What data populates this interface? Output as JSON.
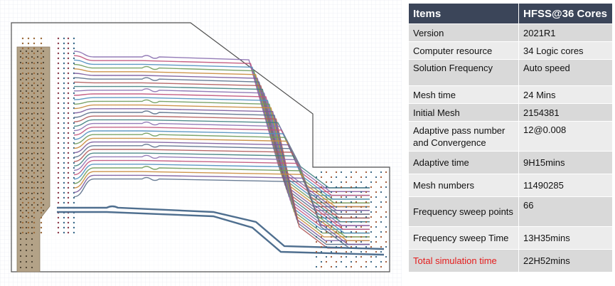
{
  "table": {
    "headers": [
      "Items",
      "HFSS@36 Cores"
    ],
    "rows": [
      {
        "item": "Version",
        "value": "2021R1"
      },
      {
        "item": "Computer resource",
        "value": "34 Logic cores"
      },
      {
        "item": "Solution Frequency",
        "value": "Auto speed"
      },
      {
        "item": "Mesh time",
        "value": "24 Mins"
      },
      {
        "item": "Initial Mesh",
        "value": "2154381"
      },
      {
        "item": "Adaptive pass number and Convergence",
        "value": "12@0.008"
      },
      {
        "item": "Adaptive time",
        "value": "9H15mins"
      },
      {
        "item": "Mesh numbers",
        "value": "11490285"
      },
      {
        "item": "Frequency sweep points",
        "value": "66"
      },
      {
        "item": "Frequency sweep Time",
        "value": "13H35mins"
      },
      {
        "item": "Total simulation time",
        "value": "22H52mins"
      }
    ]
  },
  "colors": {
    "header_bg": "#3b4559",
    "highlight_text": "#e41c1c",
    "board_fill": "#b3a287",
    "trace_palette": [
      "#8a6fb0",
      "#c0527a",
      "#4f8fbf",
      "#6e9a5a",
      "#c98a3a",
      "#7a5a9c",
      "#5a6f8a",
      "#b05a5a",
      "#3f7f7f"
    ]
  }
}
